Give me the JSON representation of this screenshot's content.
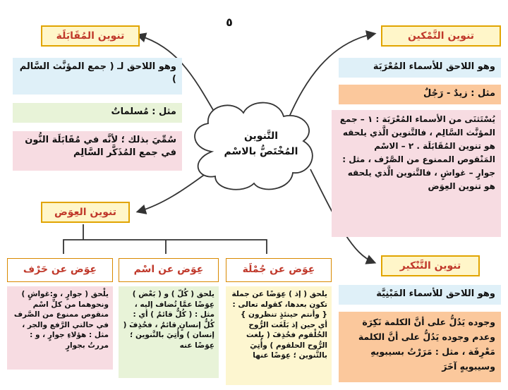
{
  "page_number": "٥",
  "center": {
    "line1": "التَّنوين",
    "line2": "المُخْتَصُّ بالاسْم"
  },
  "tamkeen": {
    "title": "تنوين التَّمْكين",
    "def": "وهو اللاحق للأسماء المُعْرَبَة",
    "example": "مثل : زيدٌ - رَجُلٌ",
    "except": "يُسْتَثنَى من الأسماء المُعْرَبَة : ١ – جمع المؤنَّث السَّالِم ، فالتَّنوين الَّذي يلحقه هو تنوين المُقَابَلَة . ٢ – الاسْم المَنْقوص الممنوع من الصَّرْف ، مثل : جوارٍ – غواشٍ ، فالتَّنوين الَّذي يلحقه هو تنوين العِوَض"
  },
  "muqabala": {
    "title": "تنوين المُقَابَلَة",
    "def": "وهو اللاحق لـ ( جمع المؤنَّث السَّالم )",
    "example": "مثل : مُسلماتٌ",
    "reason": "سُمِّيَ بذلك ؛ لأنَّه في مُقَابَلَة النُّون في جمع المُذَكَّر السَّالِم"
  },
  "iwad": {
    "title": "تنوين العِوَض",
    "harf": {
      "title": "عِوَض عن حَرْف",
      "text": "يلْحق ( جوارٍ ، و:غواشٍ ) ونحوهما من كلِّ اسْم منقوص ممنوع من الصَّرف في حالتي الرَّفع والجر ، مثل : هؤلاءِ جوارٍ ، و : مررتُ بجوارٍ"
    },
    "ism": {
      "title": "عِوَض عن اسْم",
      "text": "يلحق ( كُلّ ) و ( بَعْض ) عِوَضًا عمَّا تُضاف إليه ، مثل : ( كُلٌّ قائمٌ ) أي : كُلُّ إنسانٍ قائمٌ ، فحُذِفَ ( إنسان ) وأُتِيَ بالتَّنوين ؛ عِوَضًا عنه"
    },
    "jumla": {
      "title": "عِوَض عن جُمْلَة",
      "text": "يلحق ( إذ ) عِوَضًا عن جملة تكون بعدها، كقوله تعالى : { وأنتم حينئذٍ تنظرون } أي حين إذ بَلَغَت الرُّوح الحُلْقوم فحُذِفَ ( بلغت الرُّوح الحلقوم ) وأُتِيَ بالتَّنوين ؛ عِوَضًا عنها"
    }
  },
  "tankeer": {
    "title": "تنوين التَّنْكير",
    "def": "وهو اللاحق للأسماء المَبْنِيَّة",
    "text": "وجوده يَدُلُّ على أنَّ الكلمة نَكِرَة وعدم وجوده يَدُلُّ على أنَّ الكلمة مَعْرِفَة ، مثل : مَرَرْتُ بسيبويهِ وسيبويهٍ آخَرَ"
  },
  "colors": {
    "title_border": "#e1a400",
    "title_text": "#c0392b",
    "connector": "#333333"
  }
}
